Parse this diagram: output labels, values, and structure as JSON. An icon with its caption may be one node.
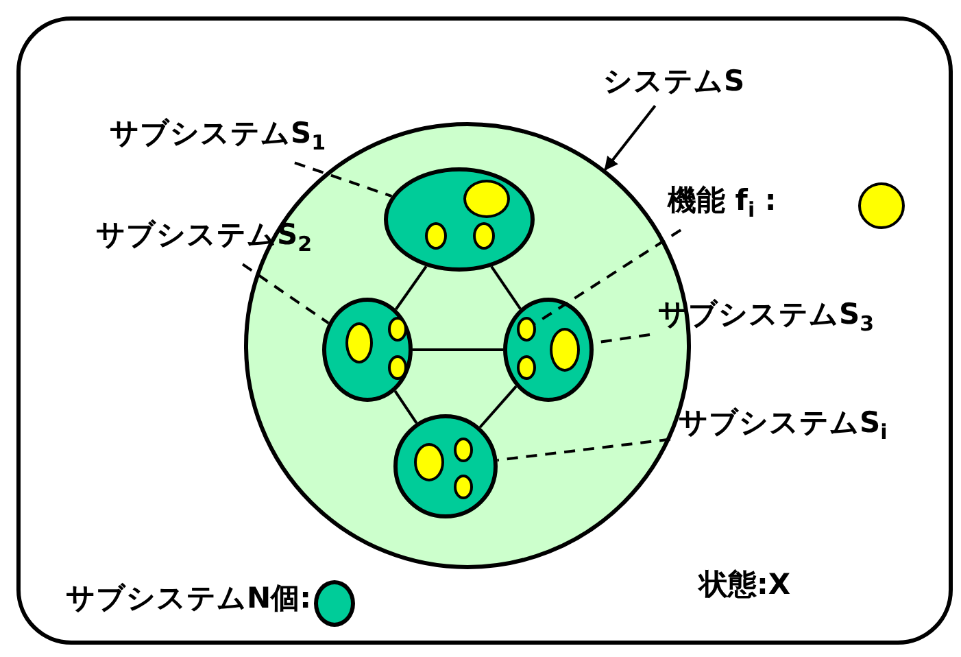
{
  "diagram": {
    "nodes": [
      {
        "text": [],
        "shape": "box"
      },
      {
        "text": [],
        "shape": "circle",
        "in": 0
      },
      {
        "text": [],
        "shape": "ellipse",
        "in": 1
      },
      {
        "text": [],
        "shape": "circle",
        "in": 2
      },
      {
        "text": [],
        "shape": "circle",
        "in": 2
      },
      {
        "text": [],
        "shape": "circle",
        "in": 2
      },
      {
        "text": [],
        "shape": "ellipse",
        "in": 1
      },
      {
        "text": [],
        "shape": "circle",
        "in": 6
      },
      {
        "text": [],
        "shape": "circle",
        "in": 6
      },
      {
        "text": [],
        "shape": "circle",
        "in": 6
      },
      {
        "text": [],
        "shape": "ellipse",
        "in": 1
      },
      {
        "text": [],
        "shape": "circle",
        "in": 10
      },
      {
        "text": [],
        "shape": "circle",
        "in": 10
      },
      {
        "text": [],
        "shape": "circle",
        "in": 10
      },
      {
        "text": [],
        "shape": "ellipse",
        "in": 1
      },
      {
        "text": [],
        "shape": "circle",
        "in": 14
      },
      {
        "text": [],
        "shape": "circle",
        "in": 14
      },
      {
        "text": [],
        "shape": "circle",
        "in": 14
      },
      {
        "text": [
          "システムS"
        ],
        "in": 0
      },
      {
        "text": [
          "サブシステムS$_{1}$"
        ],
        "in": 0
      },
      {
        "text": [
          "サブシステムS$_{2}$"
        ],
        "in": 0
      },
      {
        "text": [
          "機能 f$_{i}$ :"
        ],
        "in": 0
      },
      {
        "text": [],
        "shape": "circle",
        "in": 0
      },
      {
        "text": [
          "サブシステムS$_{3}$"
        ],
        "in": 0
      },
      {
        "text": [
          "サブシステムS$_{i}$"
        ],
        "in": 0
      }
    ],
    "edges": [
      {
        "from": 18,
        "to": 1,
        "arrow": "to"
      },
      {
        "from": 19,
        "to": 2,
        "arrow": "none",
        "style": "dashed"
      },
      {
        "from": 20,
        "to": 6,
        "arrow": "none",
        "style": "dashed"
      },
      {
        "from": 21,
        "to": 11,
        "arrow": "none",
        "style": "dashed"
      },
      {
        "from": 23,
        "to": 10,
        "arrow": "none",
        "style": "dashed"
      },
      {
        "from": 24,
        "to": 14,
        "arrow": "none",
        "style": "dashed"
      },
      {
        "from": 2,
        "to": 6,
        "arrow": "none"
      },
      {
        "from": 2,
        "to": 10,
        "arrow": "none"
      },
      {
        "from": 6,
        "to": 10,
        "arrow": "none"
      },
      {
        "from": 6,
        "to": 14,
        "arrow": "none"
      },
      {
        "from": 10,
        "to": 14,
        "arrow": "none"
      }
    ],
    "labels": [
      "状態:X"
    ],
    "legend": [
      {
        "text": "サブシステムN個:",
        "color": "#00cc99"
      }
    ]
  }
}
